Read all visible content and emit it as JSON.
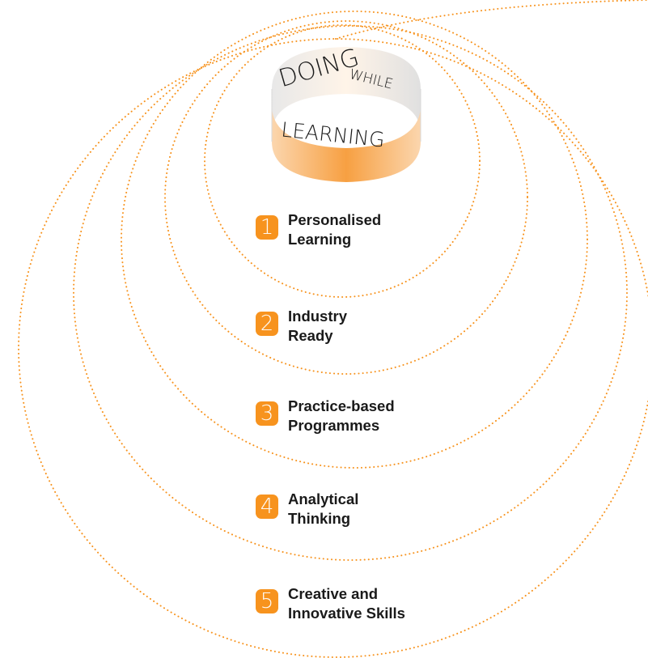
{
  "logo": {
    "text_top": "DOING",
    "text_mid": "WHILE",
    "text_bottom": "LEARNING"
  },
  "items": [
    {
      "number": "1",
      "line1": "Personalised",
      "line2": "Learning"
    },
    {
      "number": "2",
      "line1": "Industry",
      "line2": "Ready"
    },
    {
      "number": "3",
      "line1": "Practice-based",
      "line2": "Programmes"
    },
    {
      "number": "4",
      "line1": "Analytical",
      "line2": "Thinking"
    },
    {
      "number": "5",
      "line1": "Creative and",
      "line2": "Innovative Skills"
    }
  ],
  "colors": {
    "accent": "#f7931e",
    "ring": "#f7931e",
    "text": "#1a1a1a",
    "band_light": "#fde7cf"
  }
}
